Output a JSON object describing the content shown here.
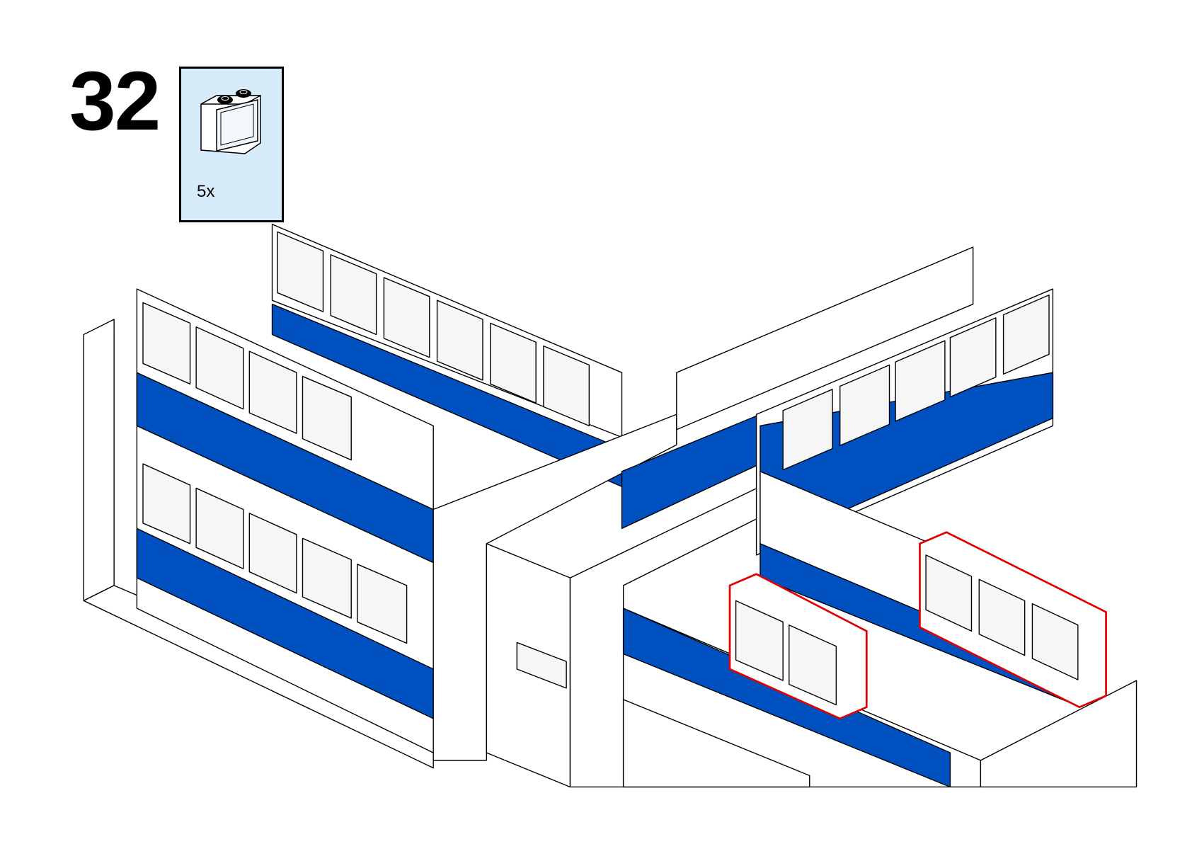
{
  "step": {
    "number": "32"
  },
  "parts_list": [
    {
      "part": "window-1x2x2-white-with-glass",
      "quantity": "5x"
    }
  ],
  "colors": {
    "blue": "#0050c0",
    "white": "#ffffff",
    "stud": "#000000",
    "highlight": "#e00000",
    "callout_bg": "#d6ecfb",
    "glass": "#f6f6f6"
  }
}
